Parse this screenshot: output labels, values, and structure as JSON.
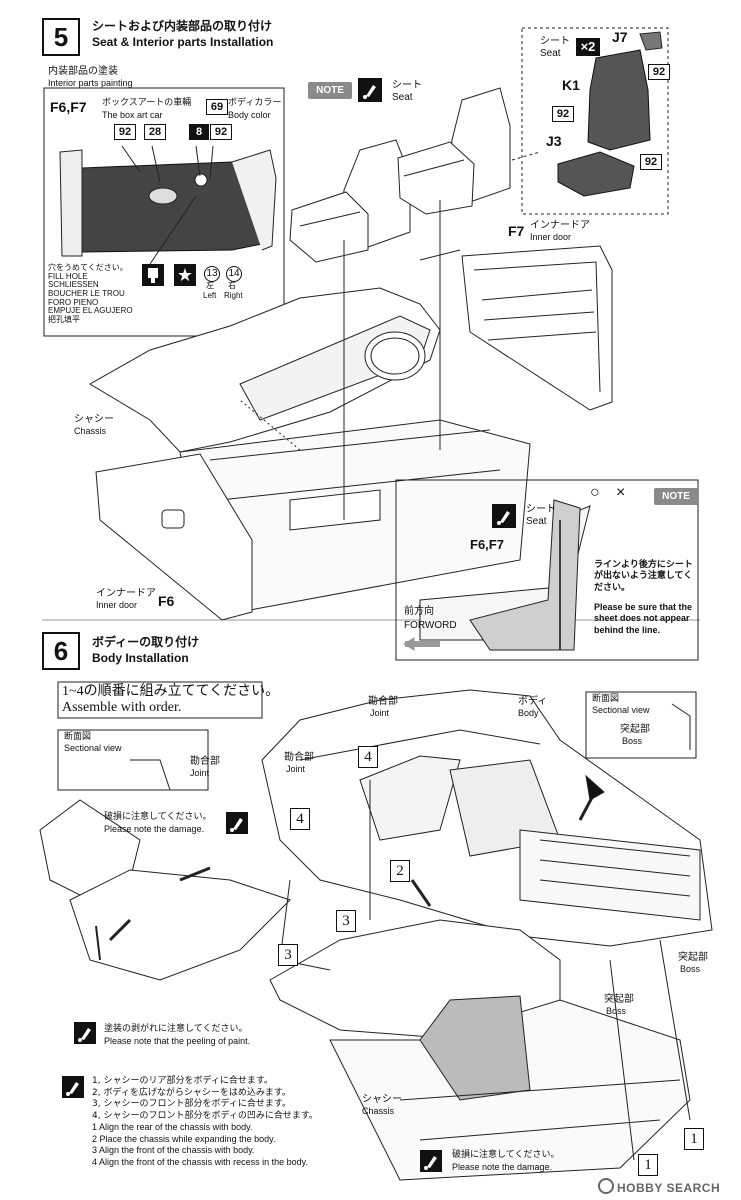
{
  "step5": {
    "number": "5",
    "title_jp": "シートおよび内装部品の取り付け",
    "title_en": "Seat & Interior parts Installation",
    "painting_jp": "内装部品の塗装",
    "painting_en": "Interior parts painting",
    "parts_f6f7": "F6,F7",
    "boxart_jp": "ボックスアートの車輛",
    "boxart_en": "The box art car",
    "bodycolor_num": "69",
    "bodycolor_jp": "ボディカラー",
    "bodycolor_en": "Body color",
    "color_92": "92",
    "color_28": "28",
    "color_8": "8",
    "hole_text": [
      "穴をうめてください。",
      "FILL HOLE",
      "SCHLIESSEN",
      "BOUCHER LE TROU",
      "FORO PIENO",
      "EMPUJE EL AGUJERO",
      "把孔填平"
    ],
    "decal_13": "13",
    "decal_14": "14",
    "left_jp": "左",
    "left_en": "Left",
    "right_jp": "右",
    "right_en": "Right",
    "note_label": "NOTE",
    "seat_jp": "シート",
    "seat_en": "Seat",
    "seat_x": "×2",
    "part_j7": "J7",
    "part_k1": "K1",
    "part_j3": "J3",
    "part_f7": "F7",
    "part_f6": "F6",
    "inner_door_jp": "インナードア",
    "inner_door_en": "Inner door",
    "chassis_jp": "シャシー",
    "chassis_en": "Chassis",
    "note2_f6f7": "F6,F7",
    "note2_o": "○",
    "note2_x": "×",
    "note2_jp": [
      "ラインより後方にシート",
      "が出ないよう注意してく",
      "ださい。"
    ],
    "note2_en": [
      "Please be sure that the",
      "sheet does not appear",
      "behind the line."
    ],
    "forward_jp": "前方向",
    "forward_en": "FORWORD"
  },
  "step6": {
    "number": "6",
    "title_jp": "ボディーの取り付け",
    "title_en": "Body Installation",
    "order_jp": "1~4の順番に組み立ててください。",
    "order_en": "Assemble with order.",
    "sectional_jp": "断面図",
    "sectional_en": "Sectional view",
    "joint_jp": "勘合部",
    "joint_en": "Joint",
    "body_jp": "ボディ",
    "body_en": "Body",
    "boss_jp": "突起部",
    "boss_en": "Boss",
    "damage_jp": "破損に注意してください。",
    "damage_en": "Please note the damage.",
    "peel_jp": "塗装の剥がれに注意してください。",
    "peel_en": "Please note that the peeling of paint.",
    "chassis_jp": "シャシー",
    "chassis_en": "Chassis",
    "steps_jp": [
      "1, シャシーのリア部分をボディに合せます。",
      "2, ボディを広げながらシャシーをはめ込みます。",
      "3, シャシーのフロント部分をボディに合せます。",
      "4, シャシーのフロント部分をボディの凹みに合せます。"
    ],
    "steps_en": [
      "1 Align the rear of the chassis with body.",
      "2 Place the chassis while expanding the body.",
      "3 Align the front of the chassis with body.",
      "4 Align the front of the chassis with recess in the body."
    ],
    "nums": [
      "1",
      "2",
      "3",
      "4"
    ]
  },
  "watermark": "HOBBY SEARCH"
}
